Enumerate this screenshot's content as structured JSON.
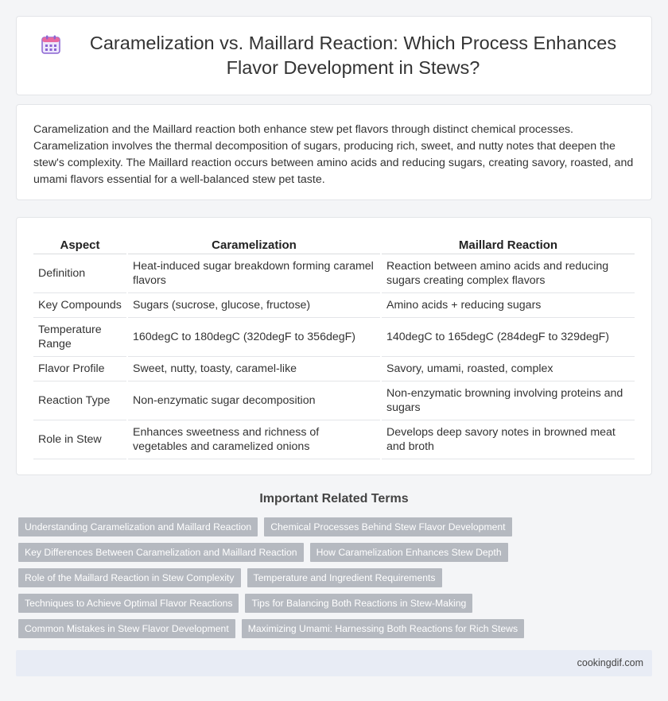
{
  "header": {
    "title": "Caramelization vs. Maillard Reaction: Which Process Enhances Flavor Development in Stews?",
    "icon": "calendar-icon"
  },
  "intro": {
    "text": "Caramelization and the Maillard reaction both enhance stew pet flavors through distinct chemical processes. Caramelization involves the thermal decomposition of sugars, producing rich, sweet, and nutty notes that deepen the stew's complexity. The Maillard reaction occurs between amino acids and reducing sugars, creating savory, roasted, and umami flavors essential for a well-balanced stew pet taste."
  },
  "table": {
    "headers": [
      "Aspect",
      "Caramelization",
      "Maillard Reaction"
    ],
    "rows": [
      [
        "Definition",
        "Heat-induced sugar breakdown forming caramel flavors",
        "Reaction between amino acids and reducing sugars creating complex flavors"
      ],
      [
        "Key Compounds",
        "Sugars (sucrose, glucose, fructose)",
        "Amino acids + reducing sugars"
      ],
      [
        "Temperature Range",
        "160degC to 180degC (320degF to 356degF)",
        "140degC to 165degC (284degF to 329degF)"
      ],
      [
        "Flavor Profile",
        "Sweet, nutty, toasty, caramel-like",
        "Savory, umami, roasted, complex"
      ],
      [
        "Reaction Type",
        "Non-enzymatic sugar decomposition",
        "Non-enzymatic browning involving proteins and sugars"
      ],
      [
        "Role in Stew",
        "Enhances sweetness and richness of vegetables and caramelized onions",
        "Develops deep savory notes in browned meat and broth"
      ]
    ]
  },
  "related": {
    "title": "Important Related Terms",
    "tags": [
      [
        "Understanding Caramelization and Maillard Reaction",
        "Chemical Processes Behind Stew Flavor Development"
      ],
      [
        "Key Differences Between Caramelization and Maillard Reaction",
        "How Caramelization Enhances Stew Depth"
      ],
      [
        "Role of the Maillard Reaction in Stew Complexity",
        "Temperature and Ingredient Requirements"
      ],
      [
        "Techniques to Achieve Optimal Flavor Reactions",
        "Tips for Balancing Both Reactions in Stew-Making"
      ],
      [
        "Common Mistakes in Stew Flavor Development",
        "Maximizing Umami: Harnessing Both Reactions for Rich Stews"
      ]
    ]
  },
  "footer": {
    "site": "cookingdif.com"
  },
  "colors": {
    "tag_bg": "#b5b9c0",
    "footer_bg": "#e8ecf5",
    "icon_purple": "#8a63d2",
    "icon_pink": "#e86aa0"
  }
}
